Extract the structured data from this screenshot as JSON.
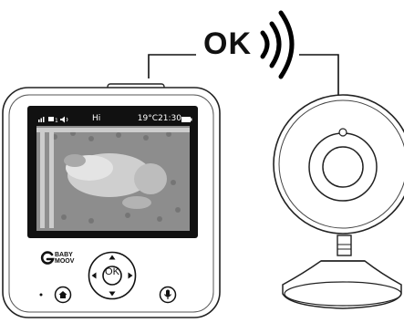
{
  "signal_label": "OK",
  "status_bar": {
    "mode": "Hi",
    "temperature": "19°C",
    "time": "21:30"
  },
  "brand": {
    "line1": "BABY",
    "line2": "MOOV"
  },
  "center_button_label": "OK",
  "icons": {
    "signal": "signal-strength-icon",
    "camera_number": "camera-1-icon",
    "volume": "speaker-icon",
    "battery": "battery-full-icon",
    "home": "home-icon",
    "talk": "microphone-icon",
    "wifi": "signal-waves-icon"
  }
}
